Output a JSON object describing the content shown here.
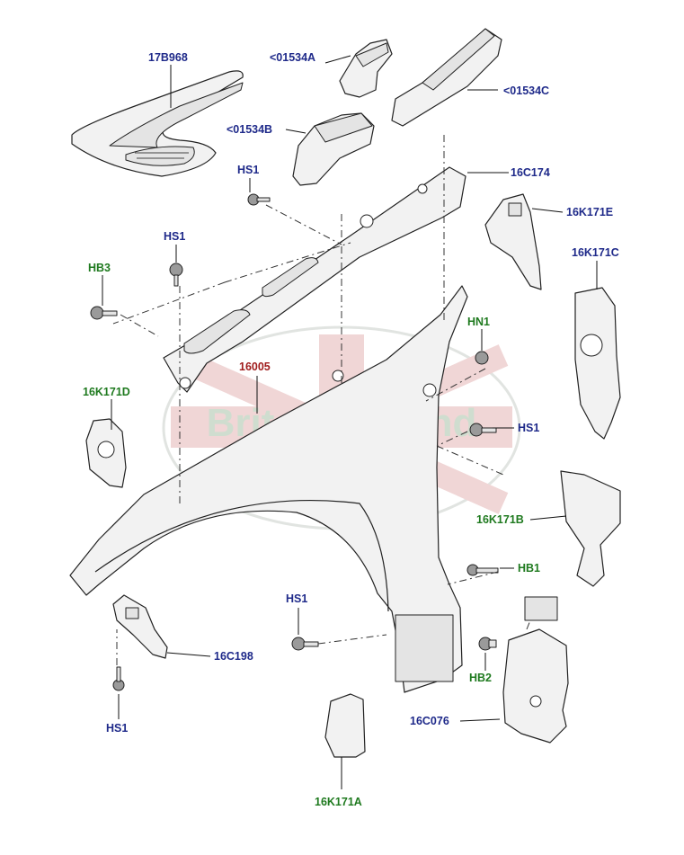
{
  "watermark": "Brit Car Brand",
  "colors": {
    "blue": "#1f2a8a",
    "green": "#1f7a1f",
    "red": "#a01c1c"
  },
  "labels": {
    "l_17b968": "17B968",
    "l_01534a": "<01534A",
    "l_01534c": "<01534C",
    "l_01534b": "<01534B",
    "l_16c174": "16C174",
    "l_16k171e": "16K171E",
    "l_hs1_a": "HS1",
    "l_hs1_b": "HS1",
    "l_hb3": "HB3",
    "l_16k171c": "16K171C",
    "l_hn1": "HN1",
    "l_16005": "16005",
    "l_16k171d": "16K171D",
    "l_hs1_c": "HS1",
    "l_16k171b": "16K171B",
    "l_hb1": "HB1",
    "l_hs1_d": "HS1",
    "l_16c198": "16C198",
    "l_hb2": "HB2",
    "l_16c076": "16C076",
    "l_hs1_e": "HS1",
    "l_16k171a": "16K171A"
  }
}
